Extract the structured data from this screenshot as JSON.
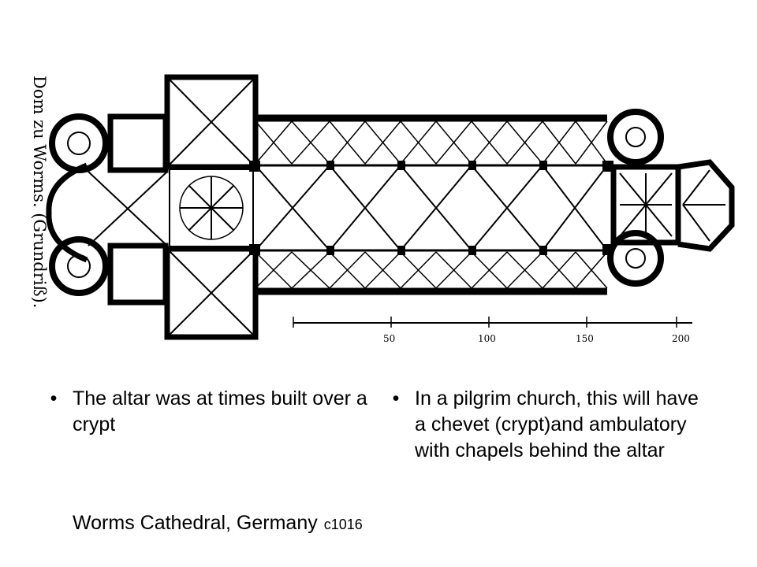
{
  "plan": {
    "title_vertical": "Dom zu Worms. (Grundriß).",
    "scale_labels": [
      "50",
      "100",
      "150",
      "200"
    ]
  },
  "bullets": {
    "left": "The altar was at times built over a crypt",
    "right": "In a pilgrim church, this will have a chevet (crypt)and ambulatory with chapels behind the altar"
  },
  "caption": {
    "main": "Worms Cathedral, Germany",
    "date": "c1016"
  },
  "colors": {
    "ink": "#000000",
    "paper": "#ffffff"
  }
}
